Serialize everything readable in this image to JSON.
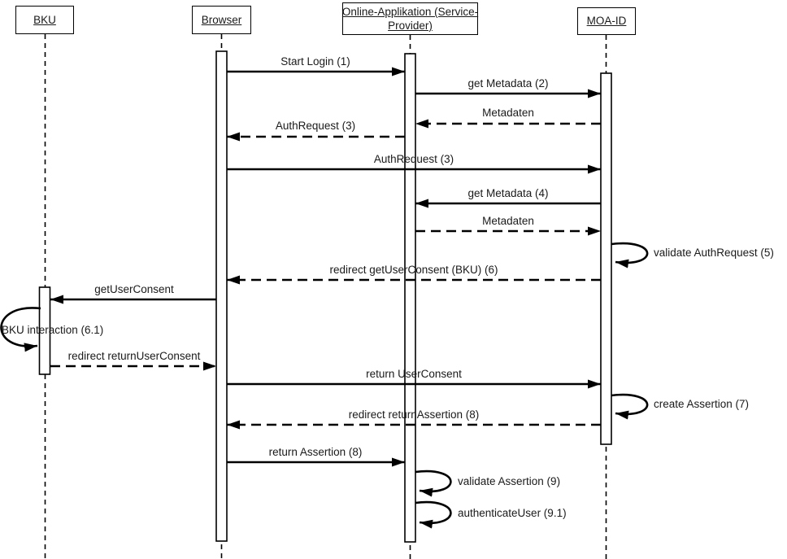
{
  "diagram": {
    "type": "uml-sequence-diagram",
    "colors": {
      "background": "#ffffff",
      "line": "#000000",
      "activation_fill": "#ffffff"
    },
    "participants": [
      {
        "id": "bku",
        "label": "BKU"
      },
      {
        "id": "browser",
        "label": "Browser"
      },
      {
        "id": "online-app",
        "label": "Online-Applikation (Service-Provider)",
        "label_line1": "Online-Applikation (Service-",
        "label_line2": "Provider)"
      },
      {
        "id": "moa-id",
        "label": "MOA-ID"
      }
    ],
    "messages": [
      {
        "label": "Start Login (1)",
        "from": "Browser",
        "to": "Online-Applikation (Service-Provider)",
        "line": "solid"
      },
      {
        "label": "get Metadata (2)",
        "from": "Online-Applikation (Service-Provider)",
        "to": "MOA-ID",
        "line": "solid"
      },
      {
        "label": "Metadaten",
        "from": "MOA-ID",
        "to": "Online-Applikation (Service-Provider)",
        "line": "dashed"
      },
      {
        "label": "AuthRequest (3)",
        "from": "Online-Applikation (Service-Provider)",
        "to": "Browser",
        "line": "dashed"
      },
      {
        "label": "AuthRequest (3)",
        "from": "Browser",
        "to": "MOA-ID",
        "line": "solid"
      },
      {
        "label": "get Metadata (4)",
        "from": "MOA-ID",
        "to": "Online-Applikation (Service-Provider)",
        "line": "solid"
      },
      {
        "label": "Metadaten",
        "from": "Online-Applikation (Service-Provider)",
        "to": "MOA-ID",
        "line": "dashed"
      },
      {
        "label": "validate AuthRequest (5)",
        "self_on": "MOA-ID",
        "line": "solid"
      },
      {
        "label": "redirect getUserConsent (BKU) (6)",
        "from": "MOA-ID",
        "to": "Browser",
        "line": "dashed"
      },
      {
        "label": "getUserConsent",
        "from": "Browser",
        "to": "BKU",
        "line": "solid"
      },
      {
        "label": "BKU interaction (6.1)",
        "self_on": "BKU",
        "line": "solid"
      },
      {
        "label": "redirect returnUserConsent",
        "from": "BKU",
        "to": "Browser",
        "line": "dashed"
      },
      {
        "label": "return UserConsent",
        "from": "Browser",
        "to": "MOA-ID",
        "line": "solid"
      },
      {
        "label": "create Assertion (7)",
        "self_on": "MOA-ID",
        "line": "solid"
      },
      {
        "label": "redirect returnAssertion (8)",
        "from": "MOA-ID",
        "to": "Browser",
        "line": "dashed"
      },
      {
        "label": "return Assertion (8)",
        "from": "Browser",
        "to": "Online-Applikation (Service-Provider)",
        "line": "solid"
      },
      {
        "label": "validate Assertion (9)",
        "self_on": "Online-Applikation (Service-Provider)",
        "line": "solid"
      },
      {
        "label": "authenticateUser (9.1)",
        "self_on": "Online-Applikation (Service-Provider)",
        "line": "solid"
      }
    ]
  }
}
